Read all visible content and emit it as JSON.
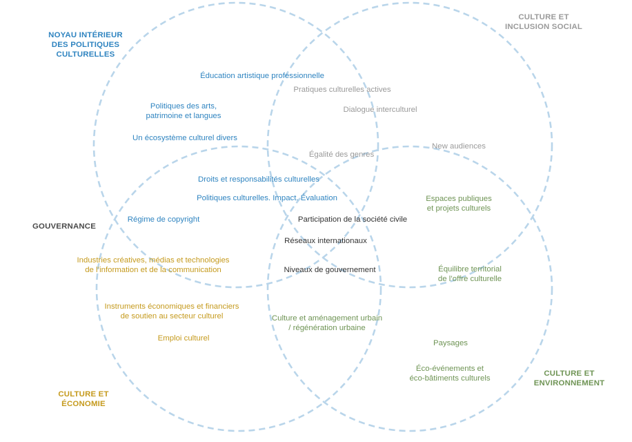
{
  "colors": {
    "circle_stroke": "#b9d5ea",
    "blue": "#2f84c0",
    "grey": "#9a9a9a",
    "olive": "#6f9455",
    "gold": "#c59a1d",
    "dark": "#333333"
  },
  "headings": {
    "core": "NOYAU INTÉRIEUR\nDES POLITIQUES\nCULTURELLES",
    "inclusion": "CULTURE ET\nINCLUSION SOCIAL",
    "governance": "GOUVERNANCE",
    "economy": "CULTURE ET\nÉCONOMIE",
    "environment": "CULTURE ET\nENVIRONNEMENT"
  },
  "items": {
    "education": "Éducation artistique professionnelle",
    "pratiques": "Pratiques culturelles actives",
    "dialogue": "Dialogue interculturel",
    "politiques_arts": "Politiques des arts,\npatrimoine et langues",
    "ecosysteme": "Un écosystème culturel divers",
    "new_audiences": "New audiences",
    "egalite": "Égalité des genres",
    "droits": "Droits et responsabilités culturelles",
    "politiques_impact": "Politiques culturelles. Impact. Évaluation",
    "espaces": "Espaces publiques\net projets culturels",
    "copyright": "Régime de copyright",
    "participation": "Participation de la société civile",
    "reseaux": "Réseaux internationaux",
    "industries": "Industries créatives, médias et technologies\nde l’information et de la communication",
    "niveaux": "Niveaux de gouvernement",
    "equilibre": "Équilibre territorial\nde l’offre culturelle",
    "instruments": "Instruments économiques et financiers\nde soutien au secteur culturel",
    "amenagement": "Culture et aménagement urbain\n/ régénération urbaine",
    "emploi": "Emploi culturel",
    "paysages": "Paysages",
    "eco": "Éco-événements et\néco-bâtiments culturels"
  }
}
